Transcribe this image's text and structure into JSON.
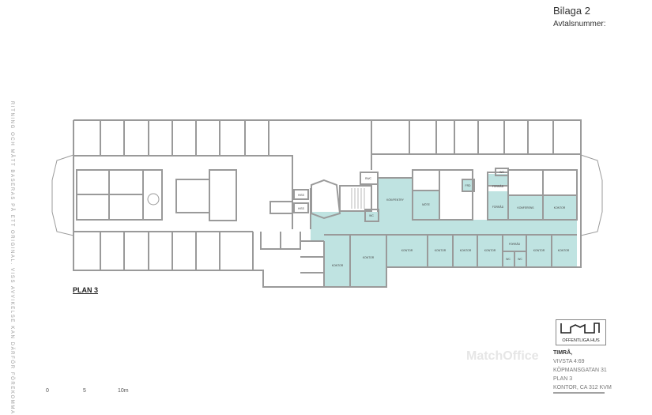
{
  "header": {
    "title": "Bilaga 2",
    "agreement_label": "Avtalsnummer:"
  },
  "side_note": "RITNING OCH MÅTT BASERAS PÅ ETT ORIGINAL. VISS AVVIKELSE KAN DÄRFÖR FÖREKOMMA",
  "plan_label": "PLAN 3",
  "colors": {
    "leased_area": "#bfe3e1",
    "walls": "#9a9a9a"
  },
  "rooms": {
    "pentry": "KÖK/PENTRY",
    "mote": "MÖTE",
    "frd": "FRD",
    "forrad_top": "FÖRRÅD",
    "forrad_mid": "FÖRRÅD",
    "konferens": "KONFERENS",
    "kontor_r1": "KONTOR",
    "wc_a": "WC",
    "rwc": "RWC",
    "wc_top": "WC",
    "hiss_1": "HISS",
    "hiss_2": "HISS",
    "kontor_b1": "KONTOR",
    "kontor_b2": "KONTOR",
    "kontor_b3": "KONTOR",
    "kontor_b4": "KONTOR",
    "kontor_b5": "KONTOR",
    "kontor_b6": "KONTOR",
    "forrad_b": "FÖRRÅD",
    "wc_b1": "WC",
    "wc_b2": "WC",
    "kontor_b7": "KONTOR",
    "kontor_b8": "KONTOR"
  },
  "logo": {
    "text": "OFFENTLIGA HUS"
  },
  "info": {
    "city": "TIMRÅ,",
    "property": "VIVSTA 4:69",
    "address": "KÖPMANSGATAN 31",
    "floor": "PLAN 3",
    "area": "KONTOR, CA 312 KVM"
  },
  "watermark": "MatchOffice",
  "scale": {
    "t0": "0",
    "t5": "5",
    "t10": "10m"
  }
}
